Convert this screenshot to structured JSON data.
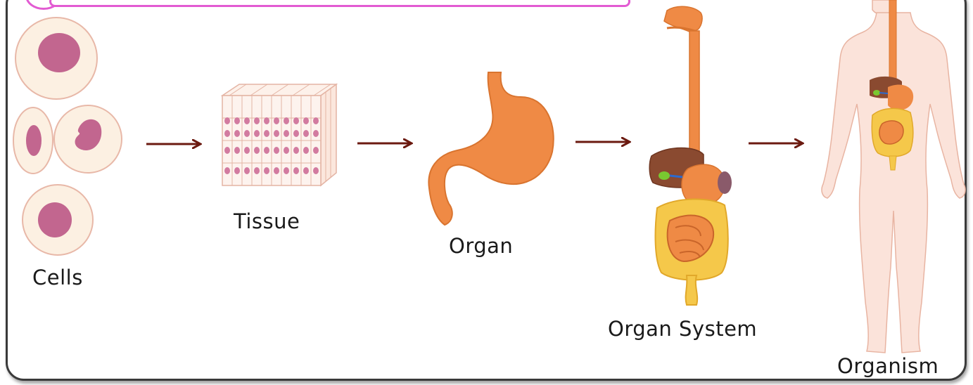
{
  "labels": {
    "cells": "Cells",
    "tissue": "Tissue",
    "organ": "Organ",
    "organ_system": "Organ System",
    "organism": "Organism"
  },
  "colors": {
    "cell_fill": "#fcf0e2",
    "cell_stroke": "#e8b8a8",
    "nucleus": "#c2668f",
    "arrow": "#6b1a10",
    "organ_orange": "#ef8a45",
    "liver": "#8a4a30",
    "intestine_yellow": "#f5c84a",
    "skin": "#fbe3da",
    "frame_accent": "#e25bd2"
  },
  "icons": [
    "cells-illustration",
    "tissue-block-illustration",
    "stomach-illustration",
    "digestive-system-illustration",
    "human-body-illustration",
    "arrow-right-icon"
  ]
}
